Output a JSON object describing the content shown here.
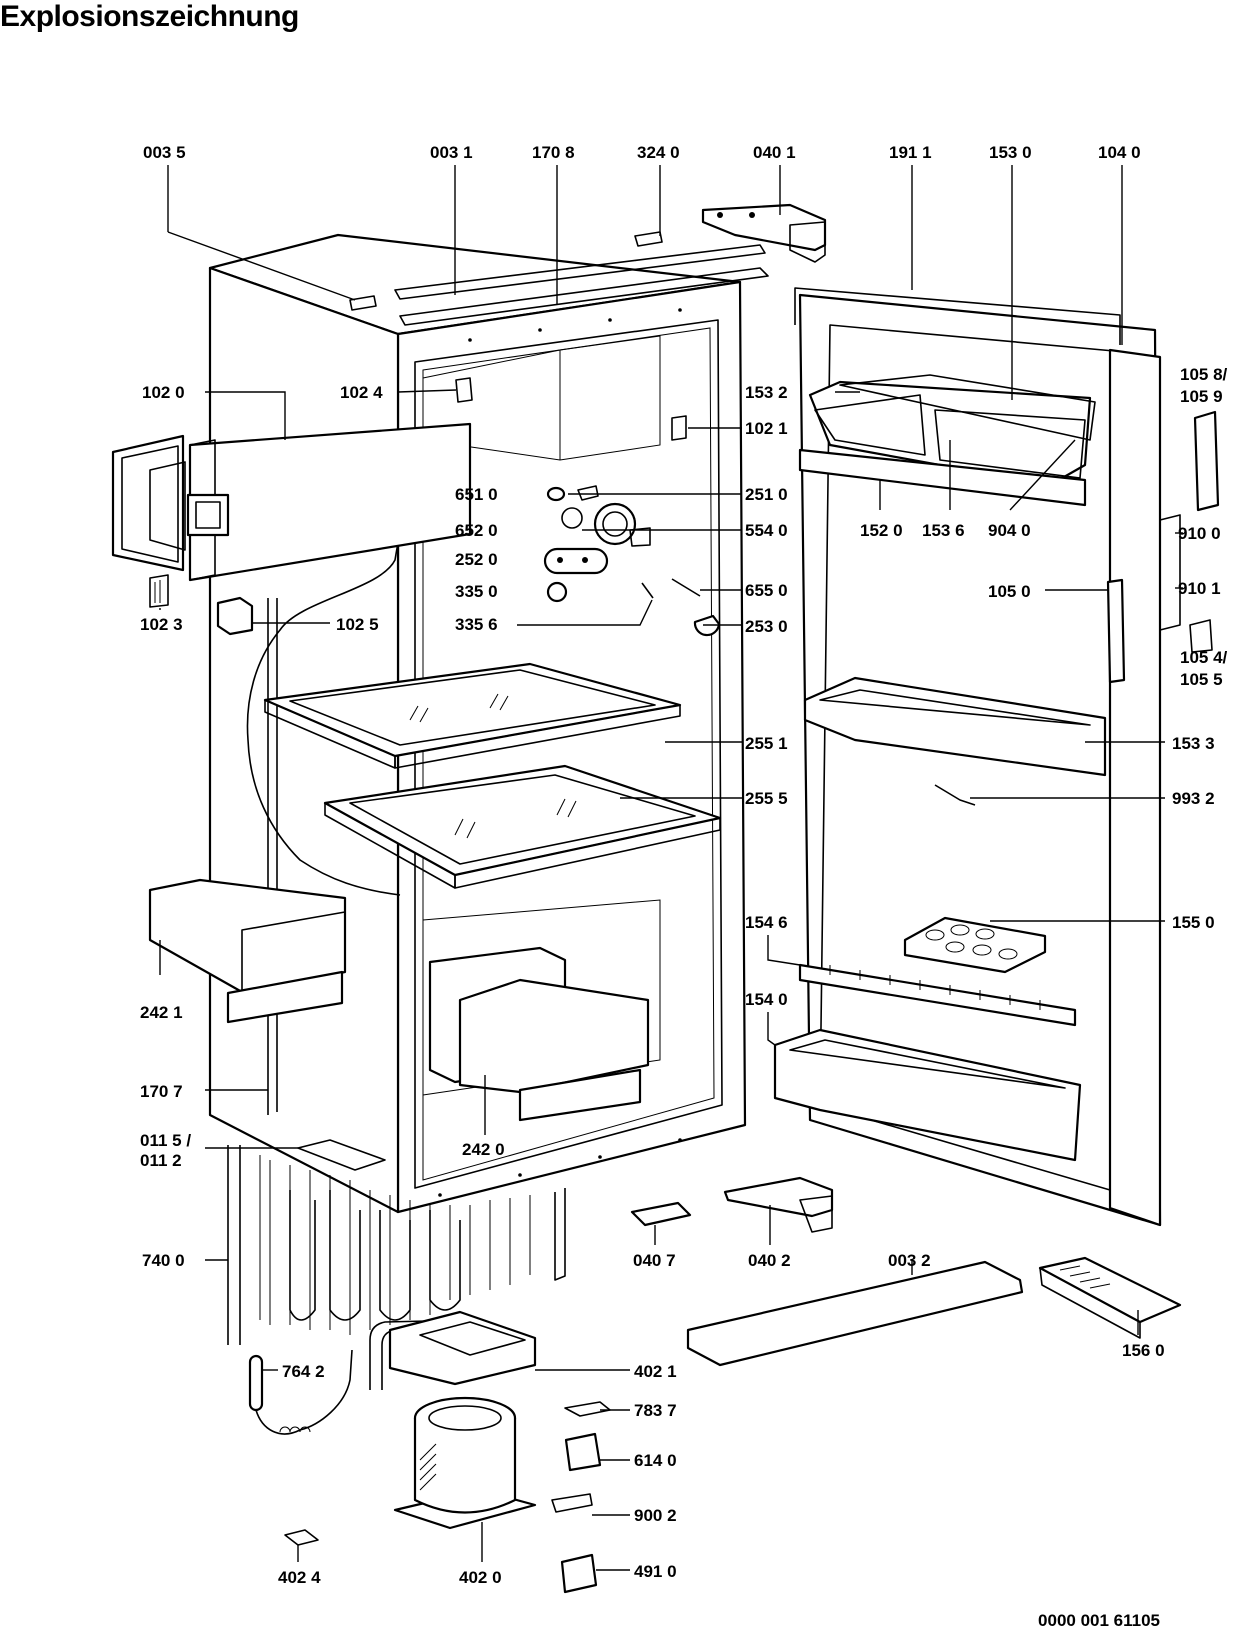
{
  "title": "Explosionszeichnung",
  "document_number": "0000 001 61105",
  "part_labels": [
    {
      "id": "p0035",
      "text": "003 5"
    },
    {
      "id": "p0031",
      "text": "003 1"
    },
    {
      "id": "p1708",
      "text": "170 8"
    },
    {
      "id": "p3240",
      "text": "324 0"
    },
    {
      "id": "p0401",
      "text": "040 1"
    },
    {
      "id": "p1911",
      "text": "191 1"
    },
    {
      "id": "p1530",
      "text": "153 0"
    },
    {
      "id": "p1040",
      "text": "104 0"
    },
    {
      "id": "p1020",
      "text": "102 0"
    },
    {
      "id": "p1024",
      "text": "102 4"
    },
    {
      "id": "p1532",
      "text": "153 2"
    },
    {
      "id": "p1058",
      "text": "105 8/"
    },
    {
      "id": "p1059",
      "text": "105 9"
    },
    {
      "id": "p1021",
      "text": "102 1"
    },
    {
      "id": "p6510",
      "text": "651 0"
    },
    {
      "id": "p2510",
      "text": "251 0"
    },
    {
      "id": "p6520",
      "text": "652 0"
    },
    {
      "id": "p5540",
      "text": "554 0"
    },
    {
      "id": "p1520",
      "text": "152 0"
    },
    {
      "id": "p1536",
      "text": "153 6"
    },
    {
      "id": "p9040",
      "text": "904 0"
    },
    {
      "id": "p9100",
      "text": "910 0"
    },
    {
      "id": "p2520",
      "text": "252 0"
    },
    {
      "id": "p3350",
      "text": "335 0"
    },
    {
      "id": "p6550",
      "text": "655 0"
    },
    {
      "id": "p1050",
      "text": "105 0"
    },
    {
      "id": "p9101",
      "text": "910 1"
    },
    {
      "id": "p1023",
      "text": "102 3"
    },
    {
      "id": "p1025",
      "text": "102 5"
    },
    {
      "id": "p3356",
      "text": "335 6"
    },
    {
      "id": "p2530",
      "text": "253 0"
    },
    {
      "id": "p1054",
      "text": "105 4/"
    },
    {
      "id": "p1055",
      "text": "105 5"
    },
    {
      "id": "p2551",
      "text": "255 1"
    },
    {
      "id": "p1533",
      "text": "153 3"
    },
    {
      "id": "p2555",
      "text": "255 5"
    },
    {
      "id": "p9932",
      "text": "993 2"
    },
    {
      "id": "p1546",
      "text": "154 6"
    },
    {
      "id": "p1550",
      "text": "155 0"
    },
    {
      "id": "p2421",
      "text": "242 1"
    },
    {
      "id": "p1540",
      "text": "154 0"
    },
    {
      "id": "p1707",
      "text": "170 7"
    },
    {
      "id": "p0115",
      "text": "011 5 /"
    },
    {
      "id": "p0112",
      "text": "011 2"
    },
    {
      "id": "p2420",
      "text": "242 0"
    },
    {
      "id": "p7400",
      "text": "740 0"
    },
    {
      "id": "p0407",
      "text": "040 7"
    },
    {
      "id": "p0402",
      "text": "040 2"
    },
    {
      "id": "p0032",
      "text": "003 2"
    },
    {
      "id": "p1560",
      "text": "156 0"
    },
    {
      "id": "p7642",
      "text": "764 2"
    },
    {
      "id": "p4021",
      "text": "402 1"
    },
    {
      "id": "p7837",
      "text": "783 7"
    },
    {
      "id": "p6140",
      "text": "614 0"
    },
    {
      "id": "p9002",
      "text": "900 2"
    },
    {
      "id": "p4024",
      "text": "402 4"
    },
    {
      "id": "p4020",
      "text": "402 0"
    },
    {
      "id": "p4910",
      "text": "491 0"
    }
  ]
}
